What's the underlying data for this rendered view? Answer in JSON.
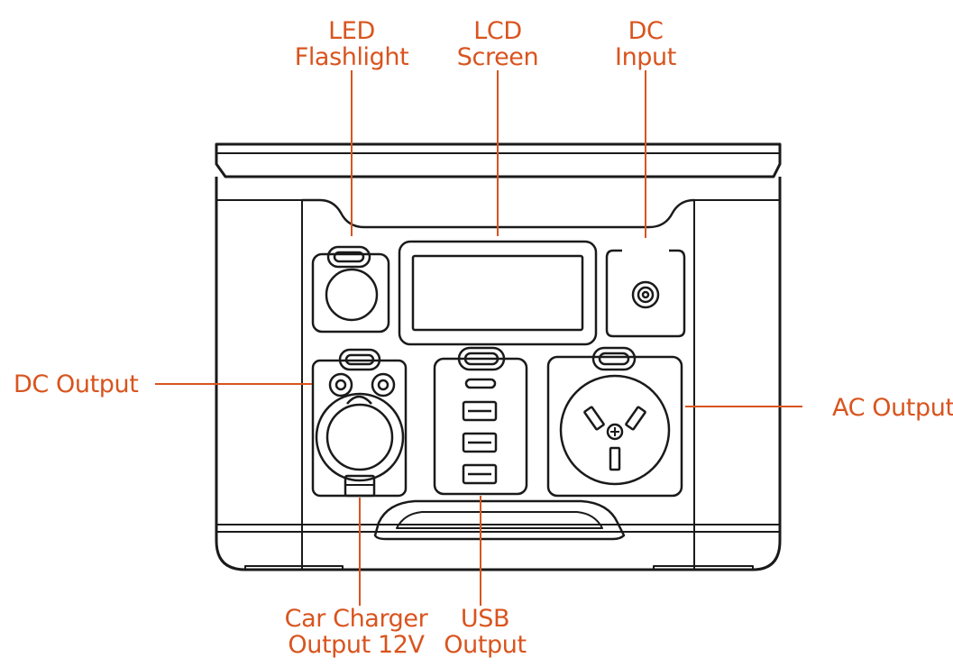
{
  "diagram": {
    "colors": {
      "callout": "#d9541e",
      "line": "#d9541e",
      "stroke": "#1a1a1a",
      "background": "#ffffff"
    },
    "callouts": {
      "led_flashlight": {
        "line1": "LED",
        "line2": "Flashlight"
      },
      "lcd_screen": {
        "line1": "LCD",
        "line2": "Screen"
      },
      "dc_input": {
        "line1": "DC",
        "line2": "Input"
      },
      "dc_output": {
        "line1": "DC Output"
      },
      "ac_output": {
        "line1": "AC Output"
      },
      "car_charger_output": {
        "line1": "Car Charger",
        "line2": "Output 12V"
      },
      "usb_output": {
        "line1": "USB",
        "line2": "Output"
      }
    }
  }
}
